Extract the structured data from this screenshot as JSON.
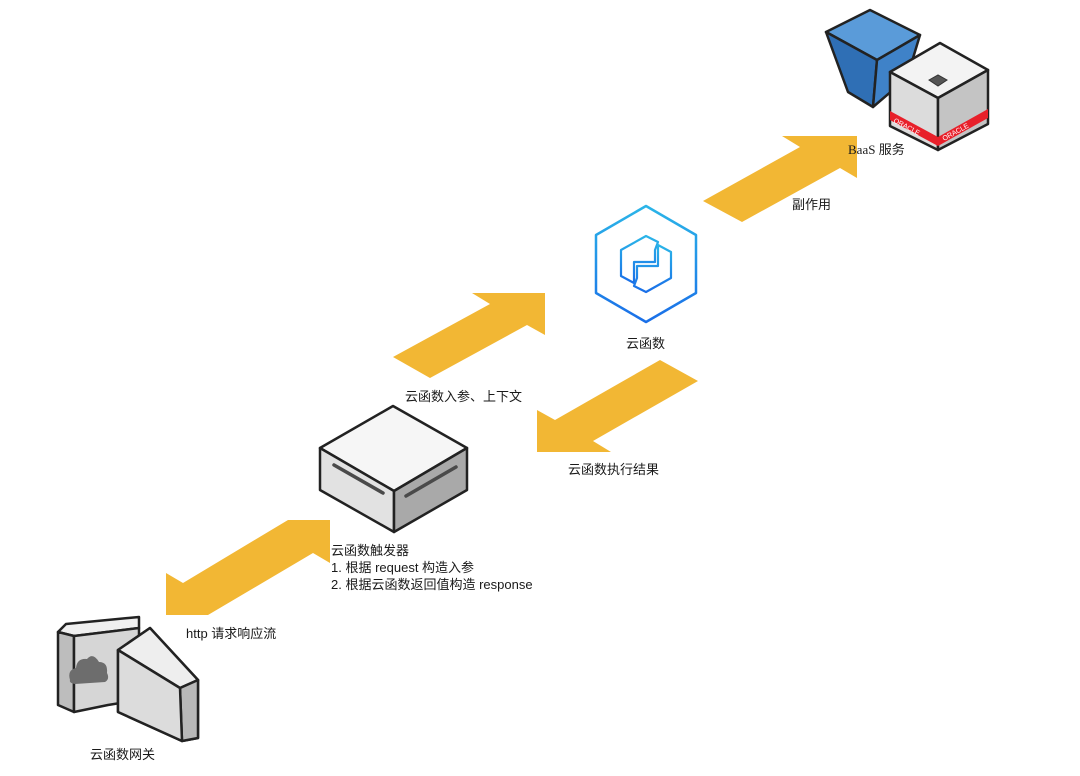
{
  "diagram": {
    "nodes": {
      "gateway": {
        "label": "云函数网关",
        "icon": "gateway-blocks-icon"
      },
      "trigger": {
        "label": "云函数触发器",
        "steps": [
          "1. 根据 request 构造入参",
          "2. 根据云函数返回值构造 response"
        ],
        "icon": "server-box-icon"
      },
      "function": {
        "label": "云函数",
        "icon": "serverless-hexagon-icon"
      },
      "baas": {
        "label": "BaaS 服务",
        "icon": "database-cubes-icon",
        "brand_text": "ORACLE"
      }
    },
    "edges": {
      "http": {
        "label": "http 请求响应流",
        "direction": "bidirectional"
      },
      "input": {
        "label": "云函数入参、上下文",
        "direction": "trigger-to-function"
      },
      "result": {
        "label": "云函数执行结果",
        "direction": "function-to-trigger"
      },
      "side_effect": {
        "label": "副作用",
        "direction": "function-to-baas"
      }
    },
    "colors": {
      "arrow": "#f2b734",
      "function_blue": "#1e8fe8",
      "baas_blue": "#3a7fc4",
      "oracle_red": "#e8202a",
      "box_gray": "#d8d8d8"
    }
  }
}
